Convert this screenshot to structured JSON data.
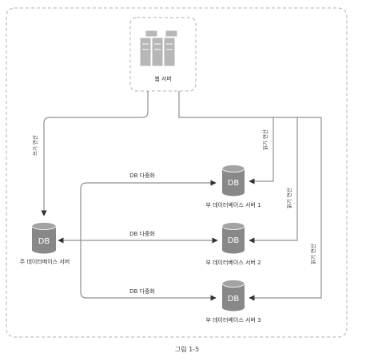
{
  "figure": {
    "caption": "그림 1-5",
    "web_server": {
      "label": "웹 서버",
      "icon": "server-rack-icon"
    },
    "master_db": {
      "label": "주 데이터베이스 서버",
      "icon_text": "DB"
    },
    "slave_dbs": [
      {
        "label": "부 데이터베이스 서버 1",
        "icon_text": "DB"
      },
      {
        "label": "부 데이터베이스 서버 2",
        "icon_text": "DB"
      },
      {
        "label": "부 데이터베이스 서버 3",
        "icon_text": "DB"
      }
    ],
    "write_op_label": "쓰기 연산",
    "read_op_labels": [
      "읽기 연산",
      "읽기 연산",
      "읽기 연산"
    ],
    "replication_labels": [
      "DB 다중화",
      "DB 다중화",
      "DB 다중화"
    ],
    "colors": {
      "db_fill": "#888888",
      "server_fill": "#b7b7b7",
      "line": "#909090",
      "dashed_border": "#b0b0b0"
    }
  }
}
